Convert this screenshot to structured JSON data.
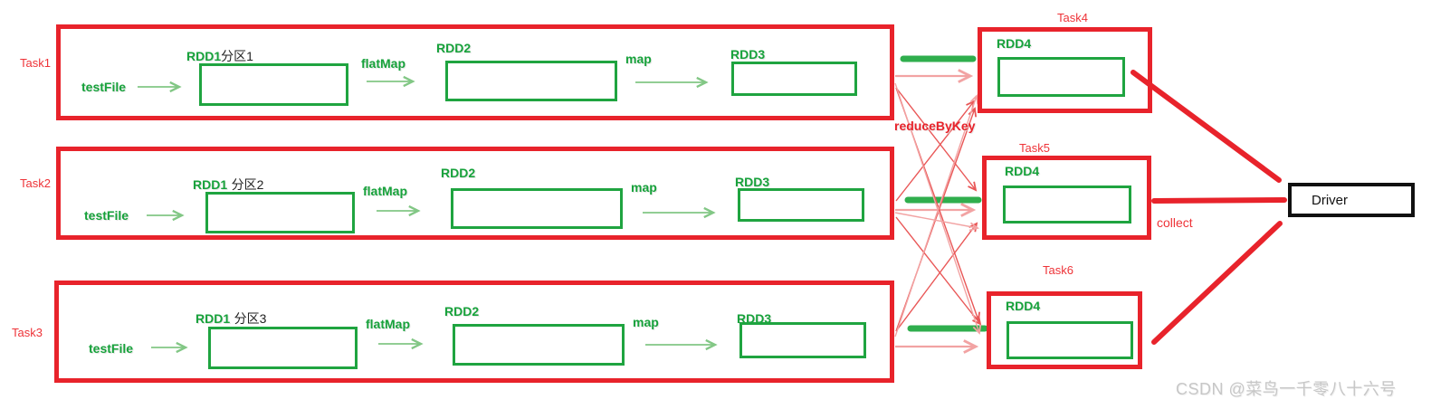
{
  "colors": {
    "red_border": "#e8232b",
    "red_text": "#ee3338",
    "green_main": "#1fa440",
    "green_text": "#17a23b",
    "green_arrow": "#82c785",
    "pink_line": "#f2a3a3",
    "red_line": "#e95757",
    "black": "#111111",
    "watermark_gray": "#c7c7c7"
  },
  "diagram": {
    "map_tasks": [
      {
        "task": "Task1",
        "source": "testFile",
        "rdd1": "RDD1",
        "partition": "分区1",
        "op_flatmap": "flatMap",
        "rdd2": "RDD2",
        "op_map": "map",
        "rdd3": "RDD3"
      },
      {
        "task": "Task2",
        "source": "testFile",
        "rdd1": "RDD1",
        "partition": "分区2",
        "op_flatmap": "flatMap",
        "rdd2": "RDD2",
        "op_map": "map",
        "rdd3": "RDD3"
      },
      {
        "task": "Task3",
        "source": "testFile",
        "rdd1": "RDD1",
        "partition": "分区3",
        "op_flatmap": "flatMap",
        "rdd2": "RDD2",
        "op_map": "map",
        "rdd3": "RDD3"
      }
    ],
    "shuffle_op": "reduceByKey",
    "reduce_tasks": [
      {
        "task": "Task4",
        "rdd": "RDD4"
      },
      {
        "task": "Task5",
        "rdd": "RDD4"
      },
      {
        "task": "Task6",
        "rdd": "RDD4"
      }
    ],
    "collect_op": "collect",
    "driver": "Driver"
  },
  "watermark": "CSDN @菜鸟一千零八十六号"
}
